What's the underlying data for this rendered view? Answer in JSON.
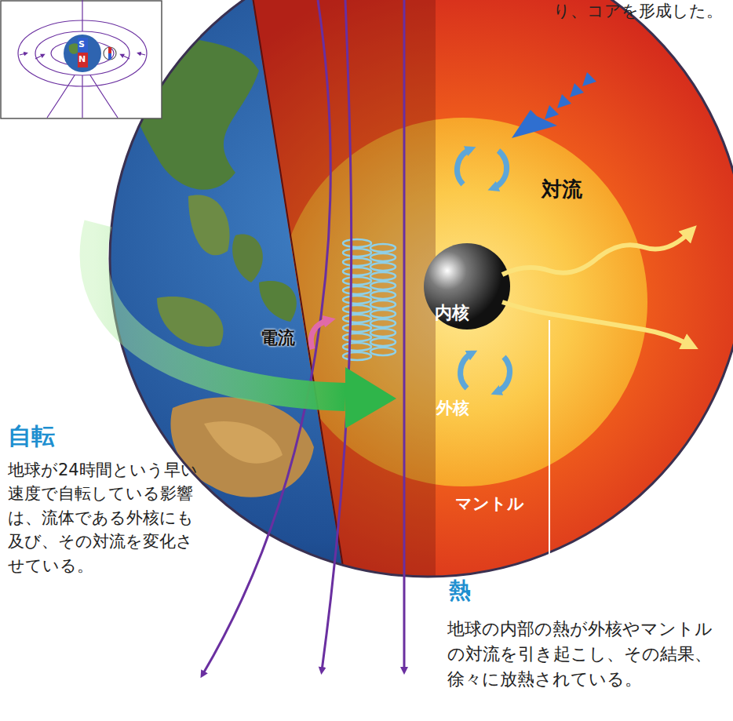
{
  "diagram": {
    "labels": [
      "S",
      "N",
      "り、コアを形成した。",
      "対流",
      "内核",
      "電流",
      "自転",
      "地球が24時間という早い速度で自転している影響は、流体である外核にも及び、その対流を変化させている。",
      "外核",
      "マントル",
      "熱",
      "地球の内部の熱が外核やマントルの対流を引き起こし、その結果、徐々に放熱されている。"
    ]
  }
}
